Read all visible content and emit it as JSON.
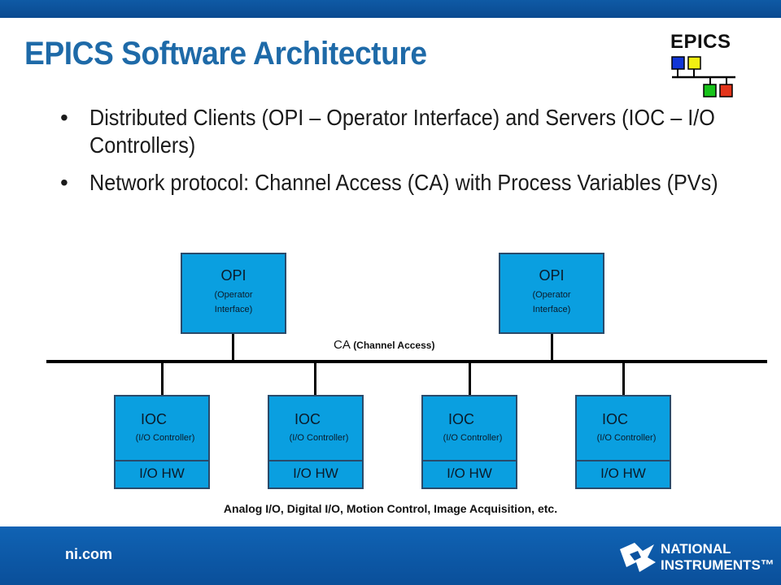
{
  "title": "EPICS Software Architecture",
  "logo_text": "EPICS",
  "bullets": [
    {
      "text": "Distributed Clients (OPI – Operator Interface) and Servers (IOC – I/O Controllers)"
    },
    {
      "text": "Network protocol: Channel Access (CA) with Process Variables (PVs)"
    }
  ],
  "diagram": {
    "opi_nodes": [
      {
        "label": "OPI",
        "sub1": "(Operator",
        "sub2": "Interface)"
      },
      {
        "label": "OPI",
        "sub1": "(Operator",
        "sub2": "Interface)"
      }
    ],
    "bus_label": "CA",
    "bus_label_small": "(Channel Access)",
    "ioc_nodes": [
      {
        "label": "IOC",
        "sub": "(I/O Controller)",
        "hw": "I/O HW"
      },
      {
        "label": "IOC",
        "sub": "(I/O Controller)",
        "hw": "I/O HW"
      },
      {
        "label": "IOC",
        "sub": "(I/O Controller)",
        "hw": "I/O HW"
      },
      {
        "label": "IOC",
        "sub": "(I/O Controller)",
        "hw": "I/O HW"
      }
    ],
    "bottom_label": "Analog I/O, Digital I/O, Motion Control, Image Acquisition, etc."
  },
  "footer": {
    "site": "ni.com",
    "brand_line1": "NATIONAL",
    "brand_line2": "INSTRUMENTS™"
  },
  "colors": {
    "title": "#1e6aa8",
    "node_fill": "#0a9fe0",
    "bar": "#0b52a0"
  }
}
